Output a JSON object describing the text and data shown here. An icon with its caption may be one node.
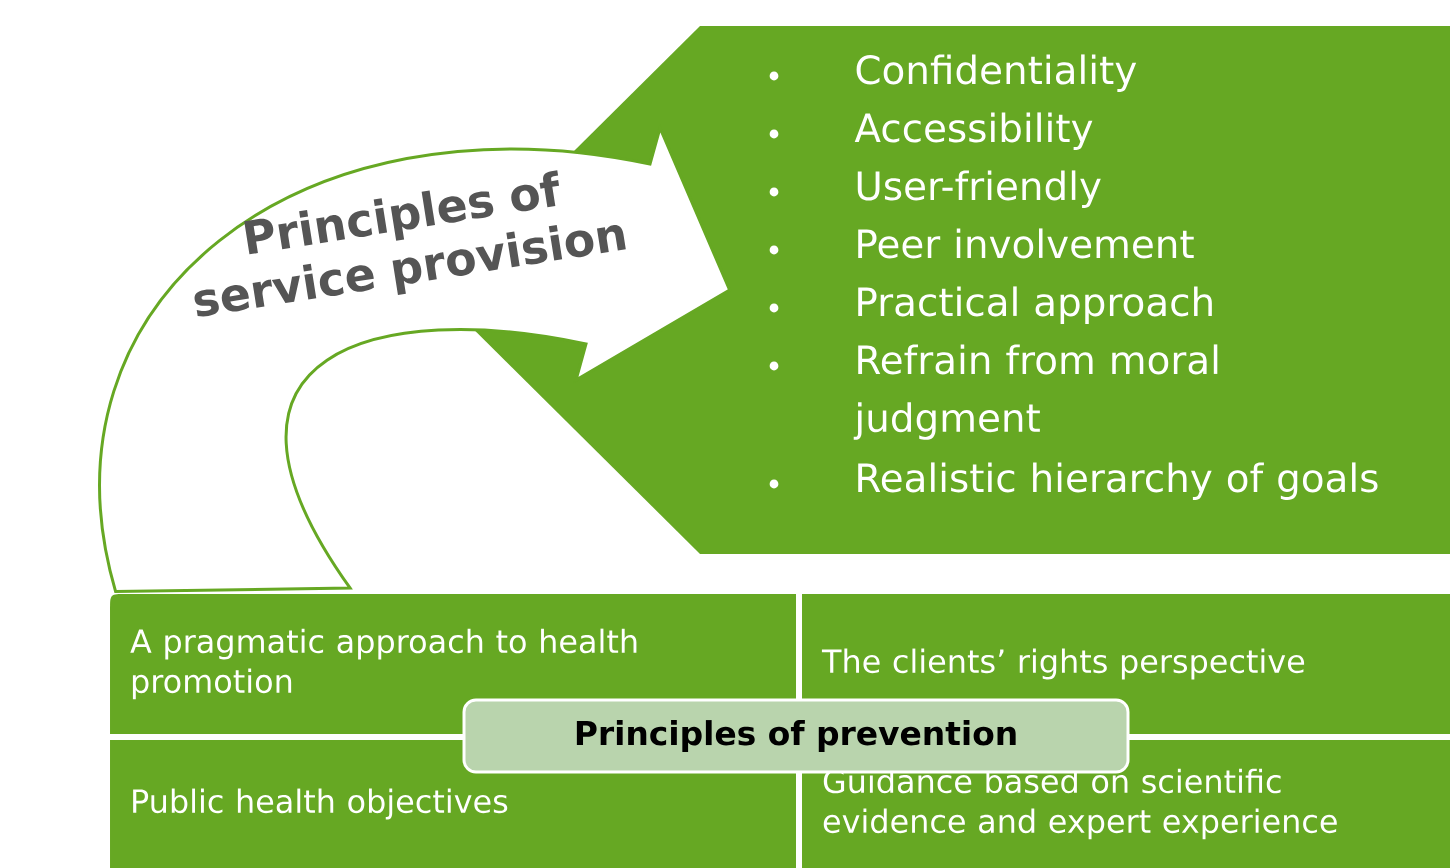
{
  "diagram": {
    "nodes": [
      {
        "text": [
          "Confidentiality",
          "Accessibility",
          "User-friendly",
          "Peer involvement",
          "Practical approach",
          "Refrain from moral judgment",
          "Realistic hierarchy of goals"
        ]
      },
      {
        "text": [
          "A pragmatic approach to health promotion"
        ]
      },
      {
        "text": [
          "The clients’ rights perspective"
        ]
      },
      {
        "text": [
          "Public health objectives"
        ]
      },
      {
        "text": [
          "Guidance based on scientific evidence and expert experience"
        ]
      },
      {
        "text": [
          "Principles of prevention"
        ]
      }
    ],
    "edges": [
      {
        "from": 1,
        "to": 0,
        "arrow": "to",
        "label": "Principles of service provision"
      }
    ]
  }
}
